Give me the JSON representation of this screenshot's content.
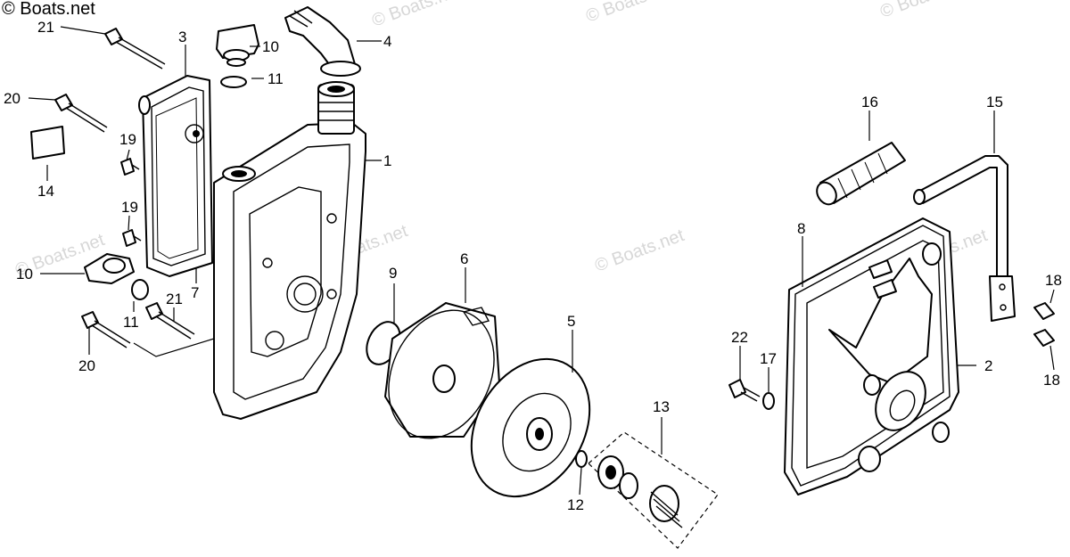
{
  "copyright_text": "© Boats.net",
  "watermark_text": "© Boats.net",
  "colors": {
    "line": "#000000",
    "background": "#ffffff",
    "watermark": "#d7d7d7"
  },
  "callouts": {
    "c1": "1",
    "c2": "2",
    "c3": "3",
    "c4": "4",
    "c5": "5",
    "c6": "6",
    "c7": "7",
    "c8": "8",
    "c9": "9",
    "c10a": "10",
    "c10b": "10",
    "c11a": "11",
    "c11b": "11",
    "c12": "12",
    "c13": "13",
    "c14": "14",
    "c15": "15",
    "c16": "16",
    "c17": "17",
    "c18a": "18",
    "c18b": "18",
    "c19a": "19",
    "c19b": "19",
    "c20a": "20",
    "c20b": "20",
    "c21a": "21",
    "c21b": "21",
    "c22": "22"
  }
}
